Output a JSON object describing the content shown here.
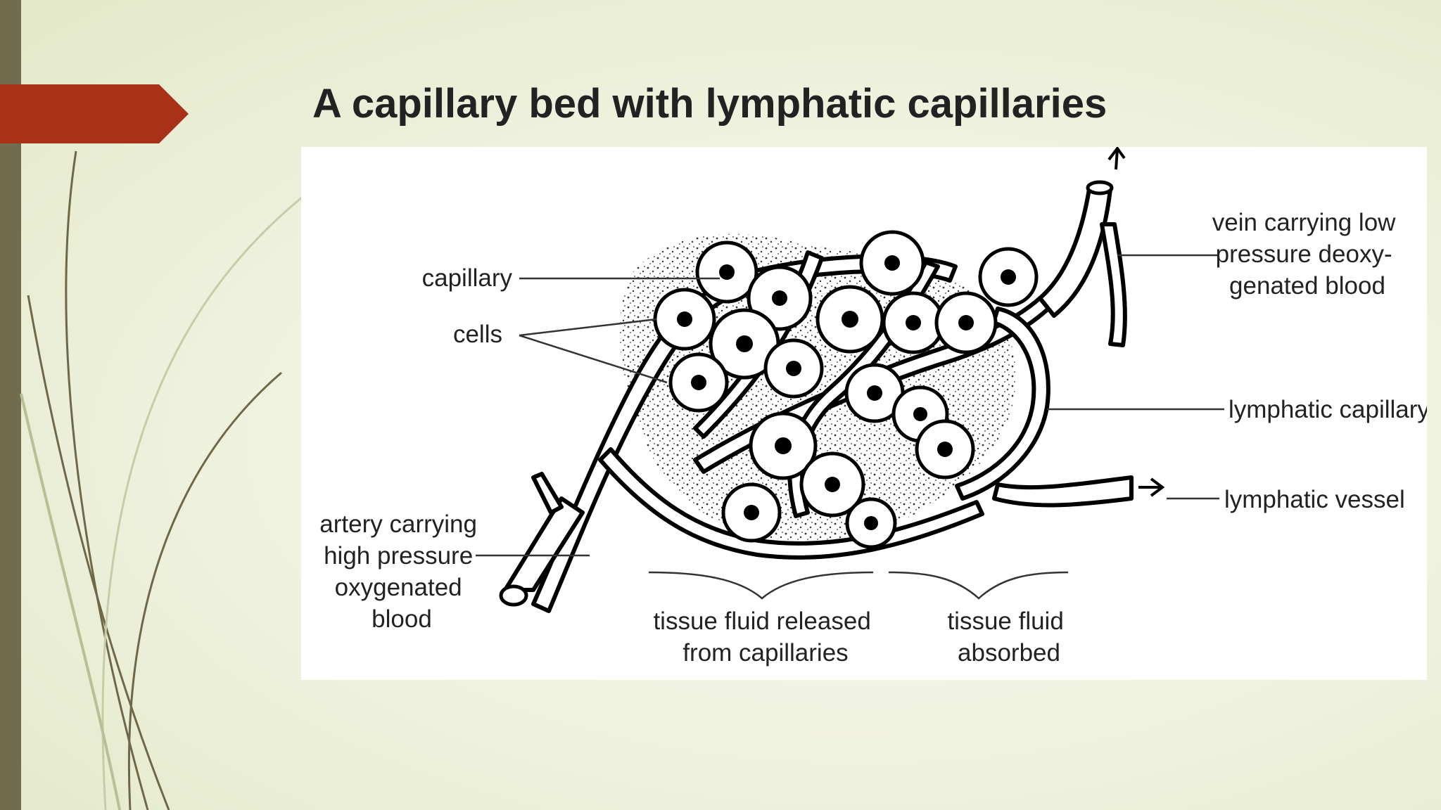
{
  "slide": {
    "title": "A capillary bed with lymphatic capillaries"
  },
  "theme": {
    "accent": "#a83217",
    "side_bar": "#726c4f",
    "background": "#eef1dc"
  },
  "diagram": {
    "labels": {
      "capillary": "capillary",
      "cells": "cells",
      "artery": [
        "artery carrying",
        "high pressure",
        "oxygenated",
        "blood"
      ],
      "vein": [
        "vein carrying low",
        "pressure deoxy-",
        "genated blood"
      ],
      "lymphatic_capillary": "lymphatic capillary",
      "lymphatic_vessel": "lymphatic vessel",
      "tissue_fluid_released": [
        "tissue fluid released",
        "from capillaries"
      ],
      "tissue_fluid_absorbed": [
        "tissue fluid",
        "absorbed"
      ]
    }
  }
}
